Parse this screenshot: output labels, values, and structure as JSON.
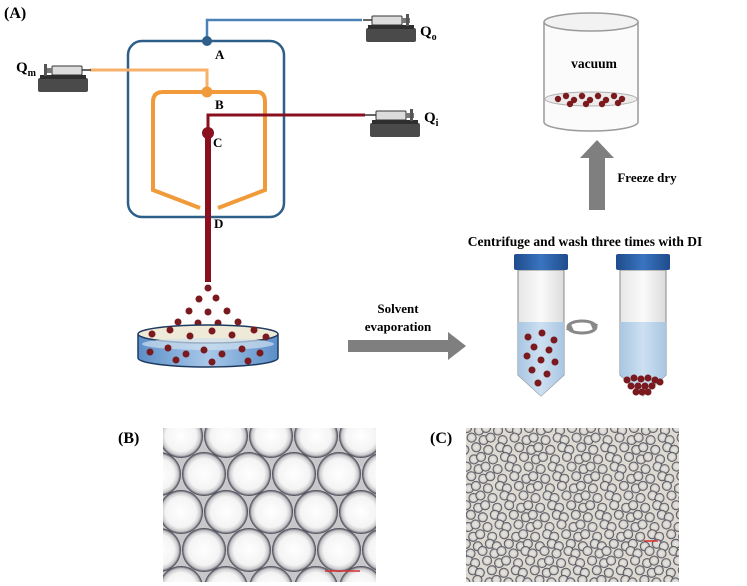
{
  "panels": {
    "a": "(A)",
    "b": "(B)",
    "c": "(C)"
  },
  "flow_labels": {
    "outer": "Q",
    "outer_sub": "o",
    "middle": "Q",
    "middle_sub": "m",
    "inner": "Q",
    "inner_sub": "i"
  },
  "junctions": {
    "a": "A",
    "b": "B",
    "c": "C",
    "d": "D"
  },
  "steps": {
    "solvent_1": "Solvent",
    "solvent_2": "evaporation",
    "centrifuge": "Centrifuge and wash three times with DI",
    "freeze": "Freeze  dry",
    "vacuum": "vacuum"
  },
  "colors": {
    "outer_channel": "#2e5f8a",
    "middle_channel": "#f0a040",
    "inner_channel": "#8a1020",
    "droplet": "#7a1a1e",
    "arrow": "#7f7f7f",
    "cap": "#2a5ea8",
    "liquid": "#bcd4ea"
  },
  "icons": {
    "pump": "syringe-pump-icon",
    "rotate": "rotate-arrows-icon"
  }
}
